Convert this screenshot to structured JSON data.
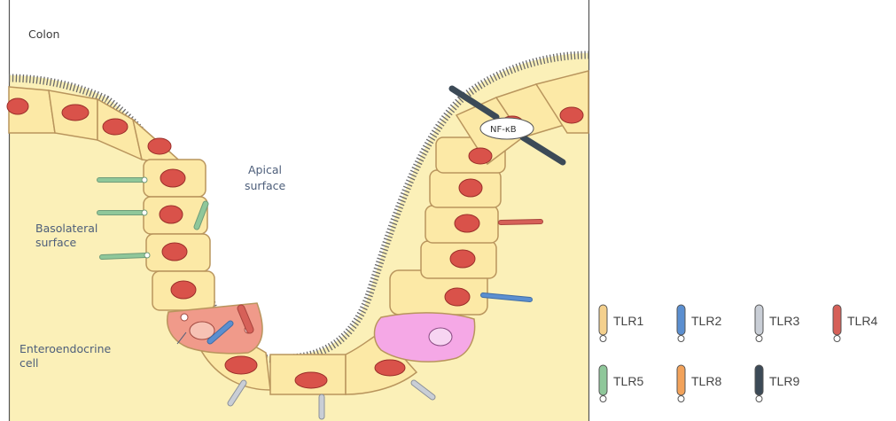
{
  "title": "Colon",
  "labels": {
    "apical": [
      "Apical",
      "surface"
    ],
    "basolateral": [
      "Basolateral",
      "surface"
    ],
    "enteroendocrine": [
      "Enteroendocrine",
      "cell"
    ],
    "nfkb": "NF-κB"
  },
  "colors": {
    "background": "#fbf0b8",
    "cell": "#fce9a6",
    "cell_border": "#b9955d",
    "nucleus": "#d9524a",
    "enteroendocrine_cell": "#f09a8a",
    "goblet_cell": "#f5a8e6"
  },
  "legend": [
    {
      "name": "TLR1",
      "color": "#f4d08d"
    },
    {
      "name": "TLR2",
      "color": "#5b8fd0"
    },
    {
      "name": "TLR3",
      "color": "#c9ced6"
    },
    {
      "name": "TLR4",
      "color": "#d66058"
    },
    {
      "name": "TLR5",
      "color": "#8fc79a"
    },
    {
      "name": "TLR8",
      "color": "#f2a25a"
    },
    {
      "name": "TLR9",
      "color": "#3c4a57"
    }
  ]
}
